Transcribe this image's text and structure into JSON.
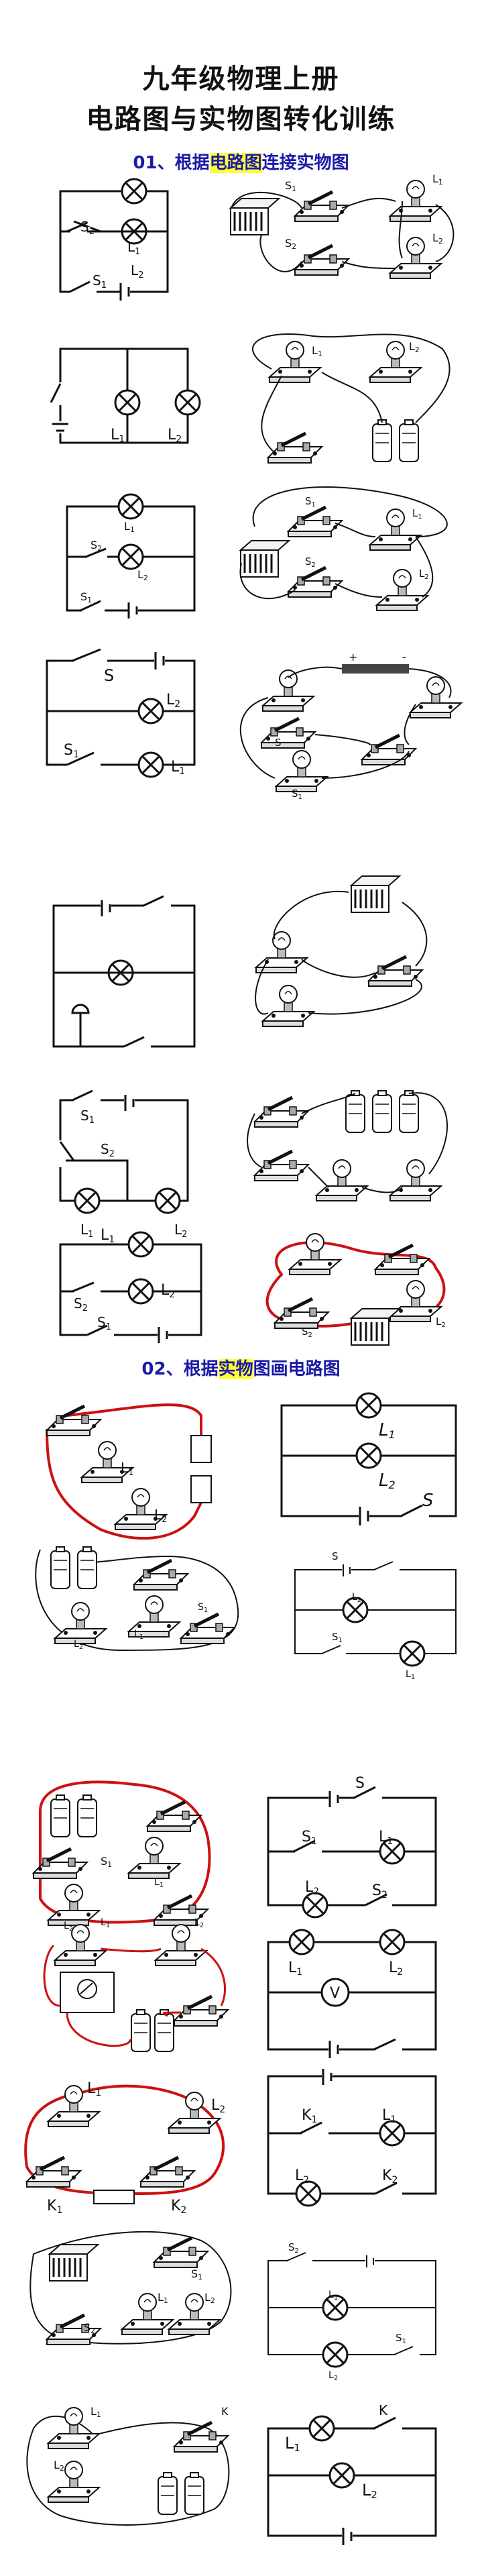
{
  "title": {
    "line1": "九年级物理上册",
    "line2": "电路图与实物图转化训练"
  },
  "section1": {
    "prefix": "01、根据",
    "highlight": "电路图",
    "suffix": "连接实物图"
  },
  "section2": {
    "prefix": "02、根据",
    "highlight": "实物",
    "suffix": "图画电路图"
  },
  "labels": {
    "S": "S",
    "S1": "S1",
    "S2": "S2",
    "L1": "L1",
    "L2": "L2",
    "K": "K",
    "K1": "K1",
    "K2": "K2",
    "V": "V"
  },
  "colors": {
    "section_text": "#1a1aa6",
    "highlight": "#ffff3c",
    "red_wire": "#cc1111"
  }
}
